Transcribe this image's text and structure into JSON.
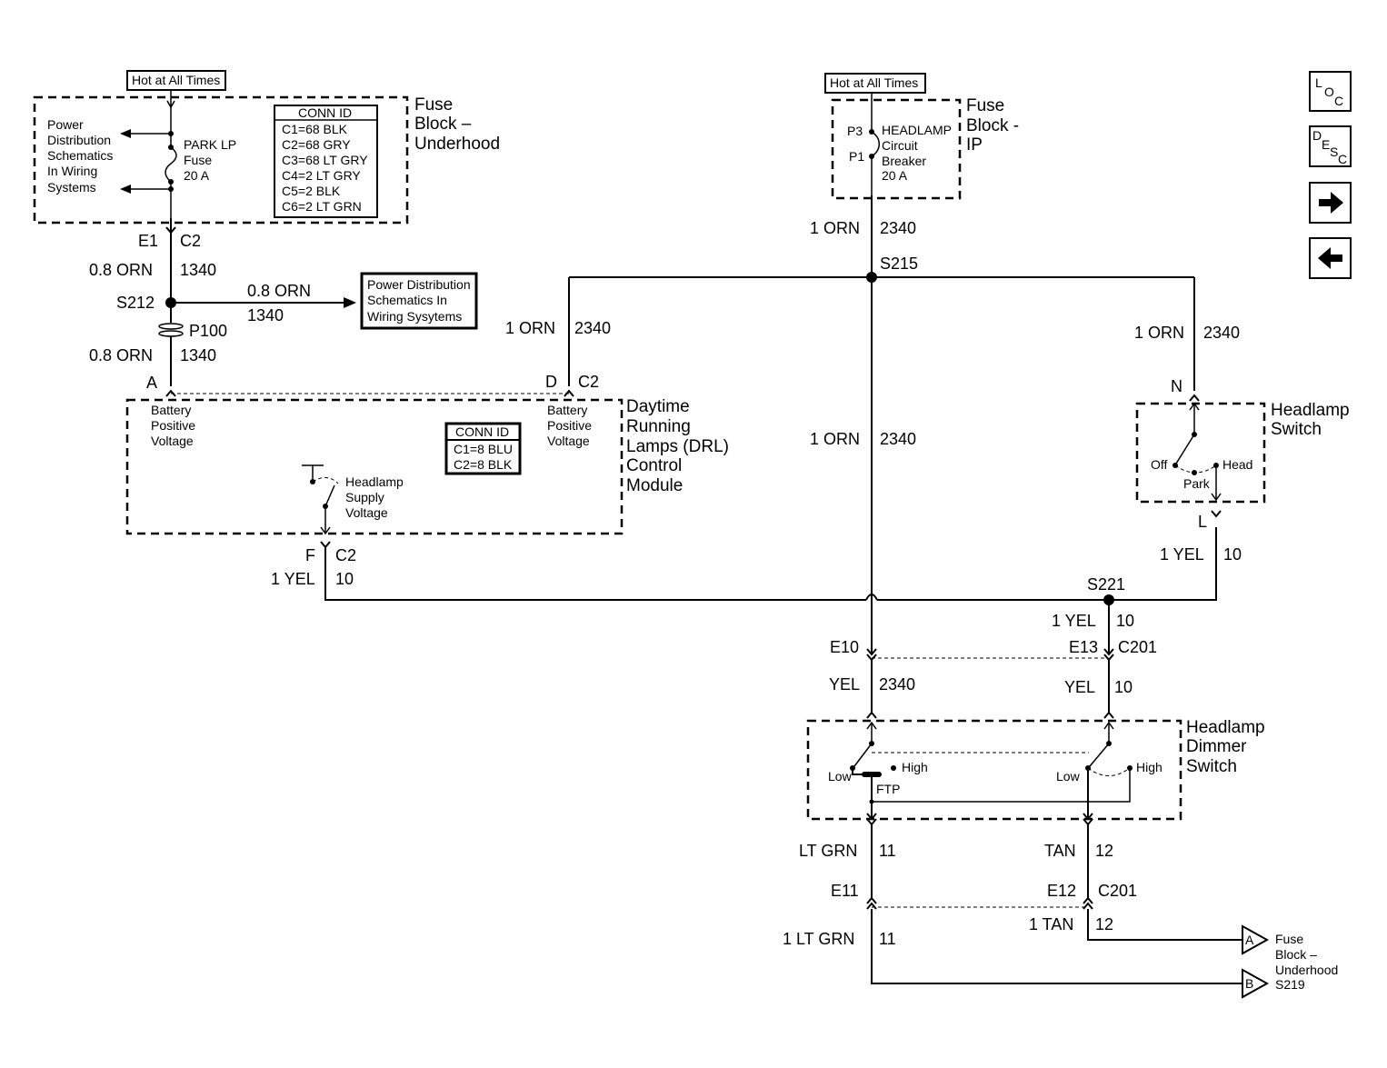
{
  "hot_left": "Hot at All Times",
  "hot_right": "Hot at All Times",
  "fuse_block_underhood": {
    "line1": "Fuse",
    "line2": "Block –",
    "line3": "Underhood"
  },
  "power_dist_left": [
    "Power",
    "Distribution",
    "Schematics",
    "In Wiring",
    "Systems"
  ],
  "park_fuse": [
    "PARK LP",
    "Fuse",
    "20 A"
  ],
  "conn_id_1": {
    "title": "CONN ID",
    "rows": [
      "C1=68 BLK",
      "C2=68 GRY",
      "C3=68 LT GRY",
      "C4=2 LT GRY",
      "C5=2 BLK",
      "C6=2 LT GRN"
    ]
  },
  "fuse_block_ip": {
    "line1": "Fuse",
    "line2": "Block -",
    "line3": "IP"
  },
  "breaker": {
    "p3": "P3",
    "p1": "P1",
    "lines": [
      "HEADLAMP",
      "Circuit",
      "Breaker",
      "20 A"
    ]
  },
  "wires": {
    "e1": "E1",
    "c2_top": "C2",
    "orn08_a": "0.8 ORN",
    "c1340_a": "1340",
    "s212": "S212",
    "orn08_b": "0.8 ORN",
    "c1340_b": "1340",
    "p100": "P100",
    "orn08_c": "0.8 ORN",
    "c1340_c": "1340",
    "a": "A",
    "orn1_top": "1 ORN",
    "c2340_top": "2340",
    "s215": "S215",
    "orn1_left": "1 ORN",
    "c2340_left": "2340",
    "d": "D",
    "c2_d": "C2",
    "orn1_right": "1 ORN",
    "c2340_right": "2340",
    "n": "N",
    "orn1_mid": "1 ORN",
    "c2340_mid": "2340",
    "f": "F",
    "c2_f": "C2",
    "yel1_left": "1 YEL",
    "c10_left": "10",
    "l": "L",
    "yel1_right": "1 YEL",
    "c10_right": "10",
    "s221": "S221",
    "yel1_s221": "1 YEL",
    "c10_s221": "10",
    "e10": "E10",
    "e13": "E13",
    "c201_a": "C201",
    "yel_a": "YEL",
    "c2340_yel": "2340",
    "yel_b": "YEL",
    "c10_yel": "10",
    "ltgrn": "LT GRN",
    "c11": "11",
    "tan": "TAN",
    "c12": "12",
    "e11": "E11",
    "e12": "E12",
    "c201_b": "C201",
    "ltgrn1": "1 LT GRN",
    "c11_b": "11",
    "tan1": "1 TAN",
    "c12_b": "12"
  },
  "power_dist_box": [
    "Power Distribution",
    "Schematics In",
    "Wiring Sysytems"
  ],
  "drl": {
    "label": [
      "Daytime",
      "Running",
      "Lamps (DRL)",
      "Control",
      "Module"
    ],
    "bpv_left": [
      "Battery",
      "Positive",
      "Voltage"
    ],
    "bpv_right": [
      "Battery",
      "Positive",
      "Voltage"
    ],
    "headlamp_supply": [
      "Headlamp",
      "Supply",
      "Voltage"
    ]
  },
  "conn_id_2": {
    "title": "CONN ID",
    "rows": [
      "C1=8 BLU",
      "C2=8 BLK"
    ]
  },
  "headlamp_switch": {
    "label": [
      "Headlamp",
      "Switch"
    ],
    "off": "Off",
    "park": "Park",
    "head": "Head"
  },
  "dimmer": {
    "label": [
      "Headlamp",
      "Dimmer",
      "Switch"
    ],
    "low_a": "Low",
    "high_a": "High",
    "ftp": "FTP",
    "low_b": "Low",
    "high_b": "High"
  },
  "offpage_a": {
    "letter": "A",
    "lines": [
      "Fuse",
      "Block –",
      "Underhood"
    ]
  },
  "offpage_b": {
    "letter": "B",
    "lines": [
      "S219"
    ]
  },
  "nav": {
    "loc": {
      "l": "L",
      "o": "O",
      "c": "C"
    },
    "desc": {
      "d": "D",
      "e": "E",
      "s": "S",
      "c": "C"
    },
    "next": "→",
    "prev": "←"
  }
}
